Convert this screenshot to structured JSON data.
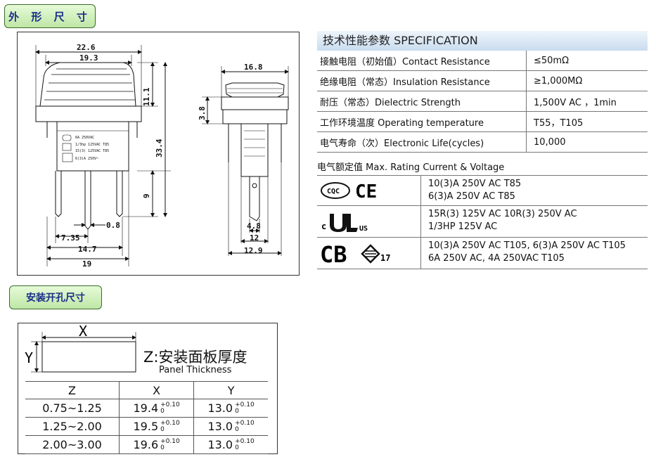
{
  "sections": {
    "dimensions_tag": "外 形 尺 寸",
    "cutout_tag": "安装开孔尺寸"
  },
  "drawing": {
    "dims": {
      "w22_6": "22.6",
      "w19_3": "19.3",
      "h11_1": "11.1",
      "h33_4": "33.4",
      "h9": "9",
      "w0_8": "0.8",
      "w7_35": "7.35",
      "w14_7": "14.7",
      "w19": "19",
      "w16_8": "16.8",
      "h3_8": "3.8",
      "w4_8": "4.8",
      "w12": "12",
      "w12_9": "12.9"
    },
    "label_lines": [
      "6A 250VAC",
      "1/3hp 125VAC T85",
      "15(3) 125VAC T85",
      "6(3)A 250V~"
    ]
  },
  "spec": {
    "title": "技术性能参数 SPECIFICATION",
    "rows": [
      {
        "label": "接触电阻（初始值）Contact Resistance",
        "value": "≤50mΩ"
      },
      {
        "label": "绝缘电阻（常态）Insulation Resistance",
        "value": "≥1,000MΩ"
      },
      {
        "label": "耐压（常态）Dielectric Strength",
        "value": "1,500V AC ，1min"
      },
      {
        "label": "工作环境温度 Operating temperature",
        "value": "T55，T105"
      },
      {
        "label": "电气寿命（次）Electronic   Life(cycles)",
        "value": "10,000"
      }
    ],
    "rating_title": "电气额定值 Max. Rating Current & Voltage",
    "ratings": [
      {
        "logo": "CQC CE",
        "lines": [
          "10(3)A 250V AC T85",
          "6(3)A   250V AC T85"
        ]
      },
      {
        "logo": "cURus",
        "lines": [
          "15R(3)  125V AC      10R(3)   250V AC",
          "1/3HP    125V AC"
        ]
      },
      {
        "logo": "CB ENEC17",
        "lines": [
          "10(3)A 250V  AC T105,  6(3)A  250V  AC T105",
          "6A  250V  AC,  4A 250VAC T105"
        ]
      }
    ],
    "logo_text": {
      "cqc": "CQC",
      "ce": "CE",
      "c": "c",
      "us": "US",
      "cb": "CB",
      "enec_num": "17"
    }
  },
  "cutout": {
    "x_label": "X",
    "y_label": "Y",
    "panel_cn": "Z:安装面板厚度",
    "panel_en": "Panel Thickness",
    "headers": [
      "Z",
      "X",
      "Y"
    ],
    "rows": [
      {
        "z": "0.75~1.25",
        "x": "19.4",
        "y": "13.0"
      },
      {
        "z": "1.25~2.00",
        "x": "19.5",
        "y": "13.0"
      },
      {
        "z": "2.00~3.00",
        "x": "19.6",
        "y": "13.0"
      }
    ],
    "tol_upper": "+0.10",
    "tol_lower": "0"
  }
}
